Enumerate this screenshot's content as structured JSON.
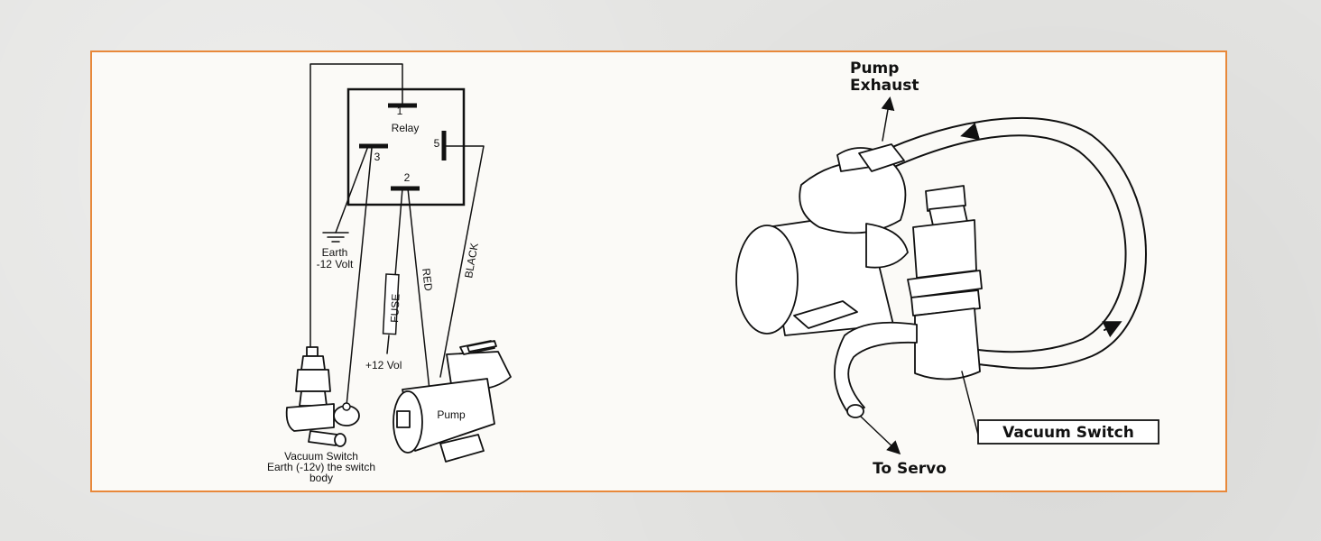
{
  "relay": {
    "label": "Relay",
    "terminals": [
      "1",
      "3",
      "5",
      "2"
    ]
  },
  "earth": {
    "line1": "Earth",
    "line2": "-12 Volt"
  },
  "fuse_label": "FUSE",
  "positive_label": "+12 Vol",
  "wire_red": "RED",
  "wire_black": "BLACK",
  "pump_label": "Pump",
  "vacuum_switch_caption": [
    "Vacuum Switch",
    "Earth (-12v) the switch",
    "body"
  ],
  "callouts": {
    "pump_exhaust": [
      "Pump",
      "Exhaust"
    ],
    "vacuum_switch": "Vacuum Switch",
    "to_servo": "To Servo"
  },
  "colors": {
    "frame_border": "#e8883a",
    "panel_bg": "#fbfaf7",
    "page_bg": "#e4e4e2"
  }
}
